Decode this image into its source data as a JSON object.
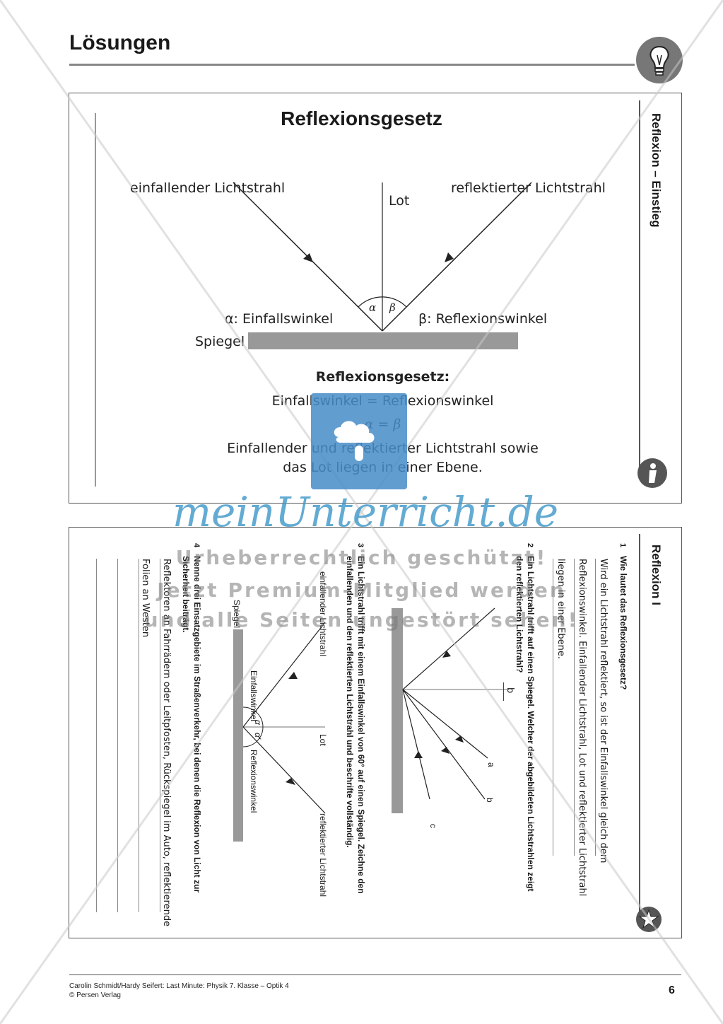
{
  "header": {
    "title": "Lösungen"
  },
  "card1": {
    "heading": "Reflexionsgesetz",
    "side_label": "Reflexion – Einstieg",
    "labels": {
      "incident": "einfallender Lichtstrahl",
      "reflected": "reflektierter Lichtstrahl",
      "normal": "Lot",
      "alpha": "α",
      "beta": "β",
      "alpha_text": "α: Einfallswinkel",
      "beta_text": "β: Reflexionswinkel",
      "mirror": "Spiegel"
    },
    "law_title": "Reflexionsgesetz:",
    "law_line1": "Einfallswinkel = Reflexionswinkel",
    "law_line2": "α = β",
    "law_line3": "Einfallender und reflektierter Lichtstrahl sowie",
    "law_line4": "das Lot liegen in einer Ebene."
  },
  "card2": {
    "side_label": "Reflexion I",
    "q1_num": "1",
    "q1": "Wie lautet das Reflexionsgesetz?",
    "a1_l1": "Wird ein Lichtstrahl reflektiert, so ist der Einfallswinkel gleich dem",
    "a1_l2": "Reflexionswinkel. Einfallender Lichtstrahl, Lot und reflektierter Lichtstrahl",
    "a1_l3": "liegen in einer Ebene.",
    "q2_num": "2",
    "q2_l1": "Ein Lichtstrahl trifft auf einen Spiegel. Welcher der abgebildeten Lichtstrahlen zeigt",
    "q2_l2": "den reflektierten Lichtstrahl?",
    "a2": "b",
    "ray_a": "a",
    "ray_b": "b",
    "ray_c": "c",
    "q3_num": "3",
    "q3_l1": "Ein Lichtstrahl trifft mit einem Einfallswinkel von 60° auf einen Spiegel. Zeichne den",
    "q3_l2": "einfallenden und den reflektierten Lichtstrahl und beschrifte vollständig.",
    "d3_incident": "einfallender Lichtstrahl",
    "d3_reflected": "reflektierter Lichtstrahl",
    "d3_normal": "Lot",
    "d3_mirror": "Spiegel",
    "d3_einfall": "Einfallswinkel",
    "d3_reflex": "Reflexionswinkel",
    "d3_alpha": "α",
    "d3_alpha2": "α'",
    "q4_num": "4",
    "q4_l1": "Nenne drei Einsatzgebiete im Straßenverkehr, bei denen die Reflexion von Licht zur",
    "q4_l2": "Sicherheit beiträgt.",
    "a4_l1": "Reflektoren an Fahrrädern oder Leitpfosten, Rückspiegel im Auto, reflektierende",
    "a4_l2": "Folien an Westen"
  },
  "watermark": {
    "logo": "meinUnterricht.de",
    "line1": "Urheberrechtlich geschützt!",
    "line2": "Jetzt Premium-Mitglied werden",
    "line3": "und alle Seiten ungestört sehen!"
  },
  "footer": {
    "line1": "Carolin Schmidt/Hardy Seifert: Last Minute: Physik 7. Klasse – Optik 4",
    "line2": "© Persen Verlag",
    "page": "6"
  }
}
